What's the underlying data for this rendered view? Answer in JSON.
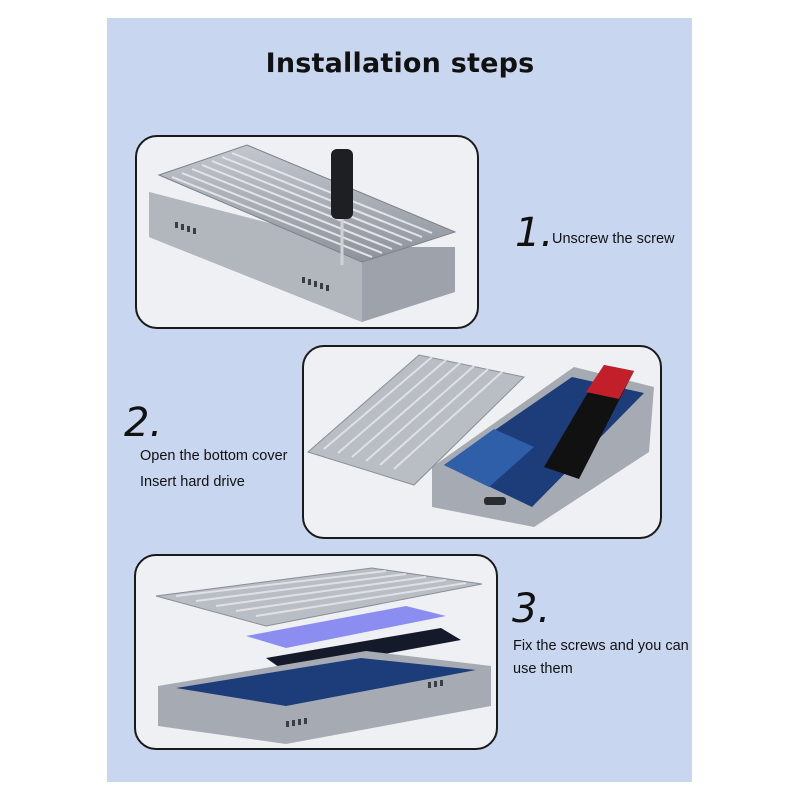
{
  "title": "Installation steps",
  "steps": [
    {
      "number": "1.",
      "lines": [
        "Unscrew the screw"
      ]
    },
    {
      "number": "2.",
      "lines": [
        "Open the bottom cover",
        "Insert hard drive"
      ]
    },
    {
      "number": "3.",
      "lines": [
        "Fix the screws and you can",
        "use them"
      ]
    }
  ],
  "colors": {
    "background_panel": "#c9d6f0",
    "card_border": "#1a1a1a",
    "enclosure_gray": "#a9adb5",
    "pcb_blue": "#1d3c7a",
    "thermal_pad": "#8b8df0"
  }
}
